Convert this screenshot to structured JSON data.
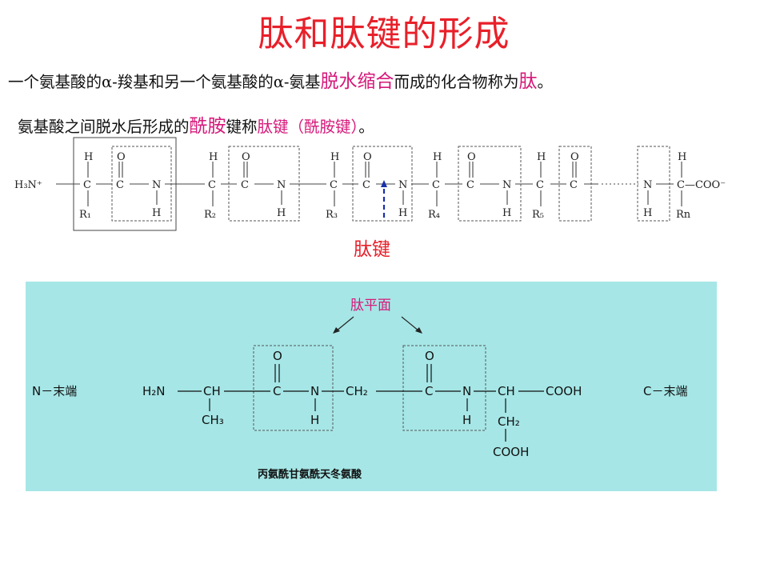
{
  "title": "肽和肽键的形成",
  "line1": {
    "part1": "一个氨基酸的α-羧基和另一个氨基酸的α-氨基",
    "highlight1": "脱水缩合",
    "part2": "而成的化合物称为",
    "highlight2": "肽",
    "part3": "。"
  },
  "line2": {
    "part1": "氨基酸之间脱水后形成的",
    "highlight1": "酰胺",
    "part2": "键称",
    "highlight2": "肽键（酰胺键）",
    "part3": "。"
  },
  "chain": {
    "n_terminal": "H₃N⁺",
    "c_terminal": "C—COO⁻",
    "atom_h": "H",
    "atom_o": "O",
    "atom_c": "C",
    "atom_n": "N",
    "residues": [
      "R₁",
      "R₂",
      "R₃",
      "R₄",
      "R₅",
      "Rn"
    ]
  },
  "peptide_bond_label": "肽键",
  "panel": {
    "plane_label": "肽平面",
    "n_end": "N－末端",
    "c_end": "C－末端",
    "h2n": "H₂N",
    "ch": "CH",
    "ch3": "CH₃",
    "ch2": "CH₂",
    "cooh": "COOH",
    "o": "O",
    "c": "C",
    "n": "N",
    "h": "H",
    "caption": "丙氨酰甘氨酰天冬氨酸",
    "color": "#a6e6e6"
  },
  "colors": {
    "title": "#e8202a",
    "highlight": "#d6197a",
    "arrow": "#1a2fa8"
  }
}
